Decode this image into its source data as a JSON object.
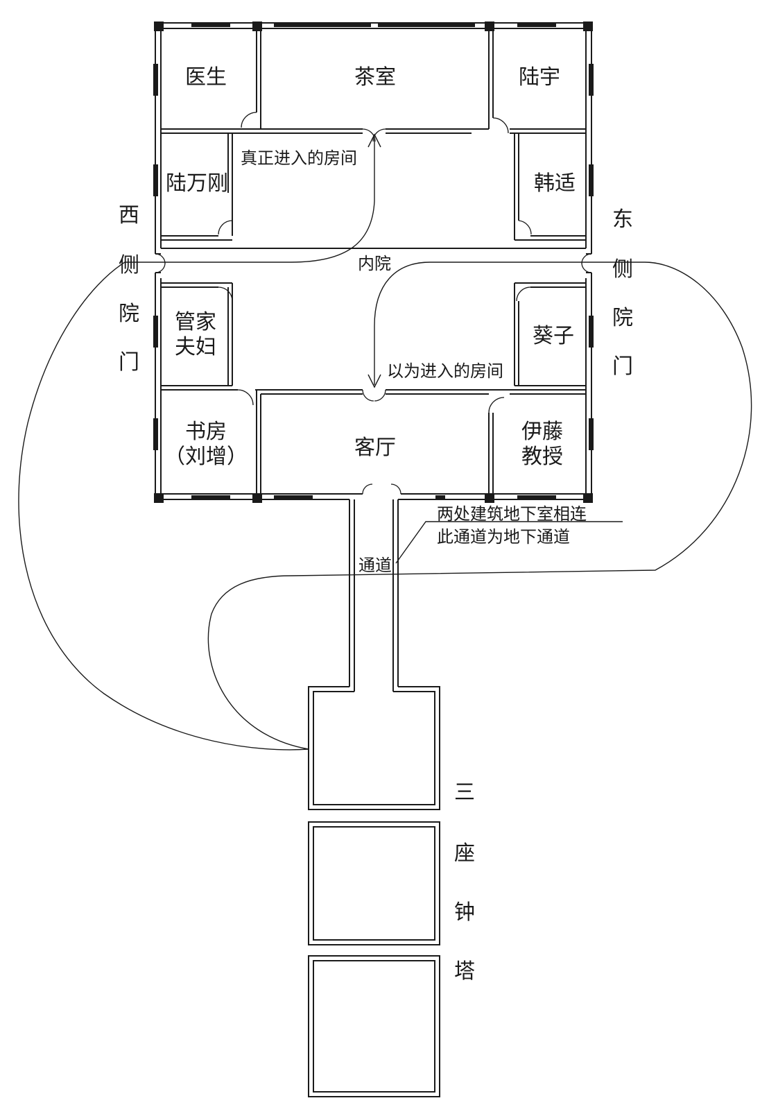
{
  "rooms": {
    "doctor": "医生",
    "tea_room": "茶室",
    "lu_yu": "陆宇",
    "lu_wangang": "陆万刚",
    "han_shi": "韩适",
    "butler_couple": [
      "管家",
      "夫妇"
    ],
    "aoi": "葵子",
    "study": [
      "书房",
      "（刘增）"
    ],
    "living_room": "客厅",
    "ito_professor": [
      "伊藤",
      "教授"
    ]
  },
  "labels": {
    "inner_courtyard": "内院",
    "real_room": "真正进入的房间",
    "assumed_room": "以为进入的房间",
    "passage": "通道",
    "basement_note": [
      "两处建筑地下室相连",
      "此通道为地下通道"
    ]
  },
  "side_gates": {
    "west": [
      "西",
      "侧",
      "院",
      "门"
    ],
    "east": [
      "东",
      "侧",
      "院",
      "门"
    ]
  },
  "towers": {
    "label": [
      "三",
      "座",
      "钟",
      "塔"
    ]
  }
}
